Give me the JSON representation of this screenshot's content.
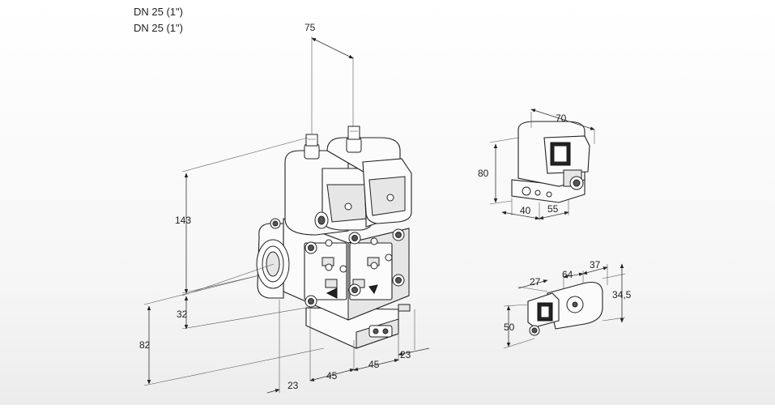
{
  "header": {
    "line1": "DN 25 (1\")",
    "line2": "DN 25 (1\")"
  },
  "dimensions": {
    "main": {
      "top_width": "75",
      "height_total": "143",
      "height_inlet": "32",
      "height_base": "82",
      "bottom_offset_left": "23",
      "bottom_spacing_1": "45",
      "bottom_spacing_2": "45",
      "bottom_offset_right": "23"
    },
    "top_right": {
      "width": "70",
      "height": "80",
      "depth_1": "40",
      "depth_2": "55"
    },
    "bottom_right": {
      "width_a": "27",
      "width_b": "64",
      "width_c": "37",
      "height_a": "34,5",
      "height_b": "50"
    }
  },
  "colors": {
    "line": "#333333",
    "body": "#fbfbfb",
    "shade": "#e6e6e6",
    "dark": "#555555"
  }
}
